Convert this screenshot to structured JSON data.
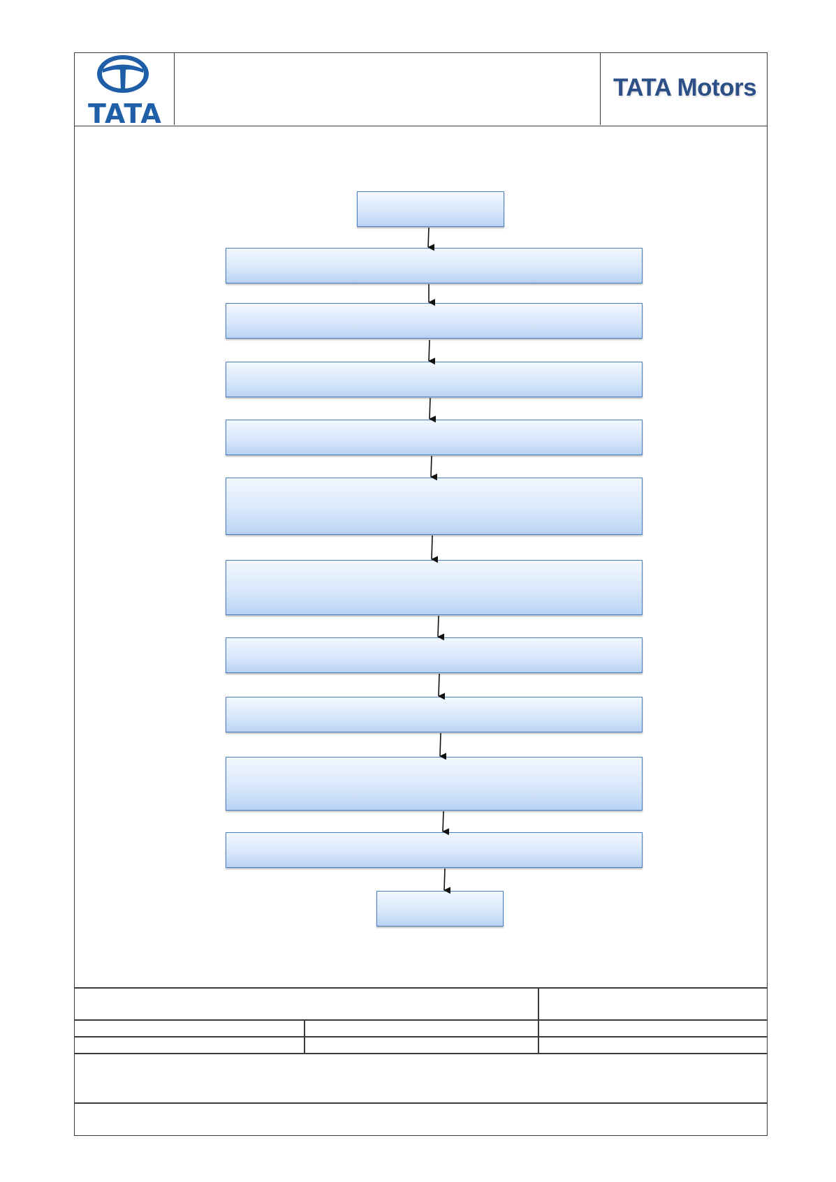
{
  "header": {
    "logo_text": "TATA",
    "brand_text": "TATA Motors"
  },
  "colors": {
    "brand_blue": "#1f5fa8",
    "box_border": "#4b7fc4",
    "box_fill_top": "#f2f7ff",
    "box_fill_bottom": "#b9d3f4"
  },
  "flowchart": {
    "step_count": 12
  }
}
